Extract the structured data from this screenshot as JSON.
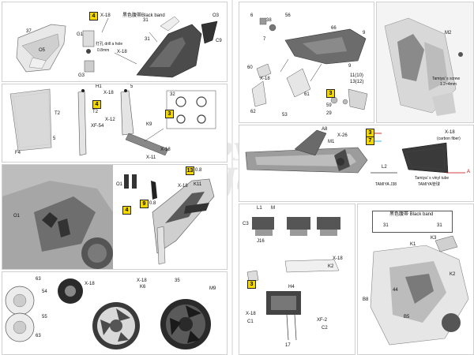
{
  "watermark": {
    "brand": "HobbyLink",
    "sub": "Japan"
  },
  "panels": {
    "p1": {
      "labels": {
        "n37": "37",
        "o5": "O5",
        "g1": "G1",
        "g3": "G3",
        "x18": "X-18",
        "note1": "黒色腹帯Black band",
        "note2": "黒色腹帯",
        "drill": "0.8mm",
        "drill_cn": "打孔 drill a hole",
        "n31a": "31",
        "n31b": "31",
        "o3": "O3",
        "c9": "C9",
        "x18b": "X-18"
      },
      "step": "4"
    },
    "p2": {
      "labels": {
        "t2": "T2",
        "f4": "F4",
        "n5": "5",
        "h1": "H1",
        "x18": "X-18",
        "t2b": "T2",
        "x12": "X-12",
        "xf54": "XF-54",
        "n32": "32",
        "n5b": "5",
        "k9": "K9",
        "x18b": "X-18",
        "x11": "X-11"
      },
      "step": "4",
      "step2": "3"
    },
    "p3": {
      "labels": {
        "o1": "O1",
        "o1b": "O1",
        "k11": "K11",
        "x18": "X-18"
      },
      "steps": [
        "4",
        "9",
        "13"
      ],
      "sizes": [
        "0.8",
        "0.8"
      ]
    },
    "p4": {
      "labels": {
        "n63a": "63",
        "n54": "54",
        "n55": "55",
        "n63b": "63",
        "x18": "X-18",
        "x18b": "X-18",
        "k6": "K6",
        "n35": "35",
        "m9": "M9"
      }
    },
    "p5": {
      "labels": {
        "n6": "6",
        "n38": "38",
        "n56": "56",
        "n66": "66",
        "n9": "9",
        "n7": "7",
        "n60": "60",
        "x18": "X-18",
        "n61": "61",
        "n53": "53",
        "n62": "62",
        "n59": "59",
        "n29": "29",
        "n11": "11(10)",
        "n13": "13(12)",
        "n9b": "9"
      },
      "step": "3"
    },
    "p6": {
      "labels": {
        "m2": "M2",
        "screw": "Tamiya' s screw",
        "screw_size": "1.2×4mm"
      }
    },
    "p7": {
      "labels": {
        "a8": "A8",
        "m1": "M1",
        "x26": "X-26",
        "l2": "L2",
        "x18": "X-18",
        "carbon": "(carbon fiber)",
        "tube": "Tamiya' s vinyl tube",
        "j38": "TAMIYA J38",
        "tube_cn": "TAMIYA管球",
        "a": "A"
      },
      "steps": [
        "3",
        "7"
      ]
    },
    "p8": {
      "labels": {
        "l1": "L1",
        "m": "M",
        "c3": "C3",
        "j16": "J16",
        "h4": "H4",
        "k2": "K2",
        "x18": "X-18",
        "x18b": "X-18",
        "c1": "C1",
        "xf2": "XF-2",
        "c2": "C2",
        "n17": "17"
      },
      "step": "3"
    },
    "p9": {
      "labels": {
        "band": "黑色腹帯 Black band",
        "b31a": "31",
        "b31b": "31",
        "k1": "K1",
        "k3": "K3",
        "k2": "K2",
        "n44": "44",
        "b8": "B8",
        "b5": "B5"
      }
    }
  }
}
